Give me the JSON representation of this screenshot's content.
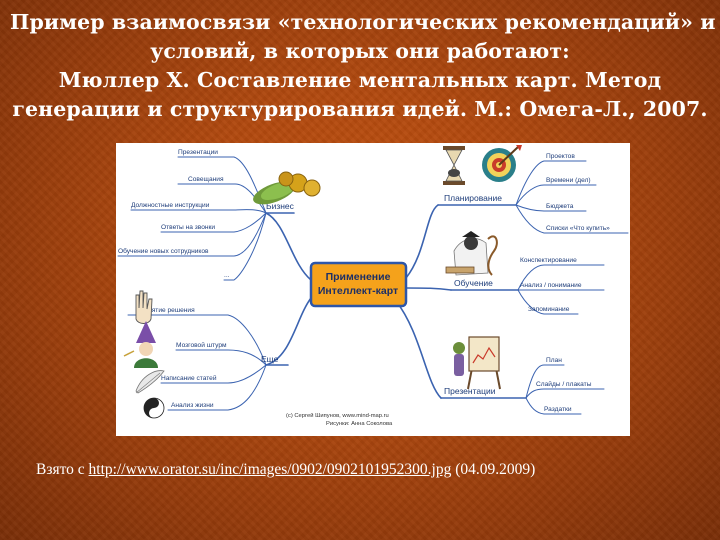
{
  "slide": {
    "title_lines": [
      "Пример взаимосвязи «технологических рекомендаций» и",
      "условий, в которых они работают:",
      "Мюллер Х. Составление ментальных карт. Метод",
      "генерации и структурирования идей. М.: Омега-Л., 2007."
    ]
  },
  "mindmap": {
    "center_lines": [
      "Применение",
      "Интеллект-карт"
    ],
    "branches": {
      "business": {
        "label": "Бизнес",
        "items": [
          "Презентации",
          "Совещания",
          "Должностные инструкции",
          "Ответы на звонки",
          "Обучение новых сотрудников",
          "..."
        ]
      },
      "other": {
        "label": "Еще",
        "items": [
          "Принятие решения",
          "Мозговой штурм",
          "Написание статей",
          "Анализ жизни"
        ]
      },
      "planning": {
        "label": "Планирование",
        "items": [
          "Проектов",
          "Времени (дел)",
          "Бюджета",
          "Списки «Что купить»"
        ]
      },
      "learning": {
        "label": "Обучение",
        "items": [
          "Конспектирование",
          "Анализ / понимание",
          "Запоминание"
        ]
      },
      "presentations": {
        "label": "Презентации",
        "items": [
          "План",
          "Слайды / плакаты",
          "Раздатки"
        ]
      }
    },
    "credits": [
      "(с) Сергей Шипунов, www.mind-map.ru",
      "Рисунки: Анна Соколова"
    ],
    "colors": {
      "line": "#3b63b0",
      "center_border": "#2d56a8",
      "center_fill": "#f5a21b",
      "center_text": "#1c2f66",
      "label_text": "#1e3d7a"
    }
  },
  "caption": {
    "prefix": "Взято с ",
    "url": "http://www.orator.su/inc/images/0902/0902101952300.jpg",
    "suffix": " (04.09.2009)"
  }
}
